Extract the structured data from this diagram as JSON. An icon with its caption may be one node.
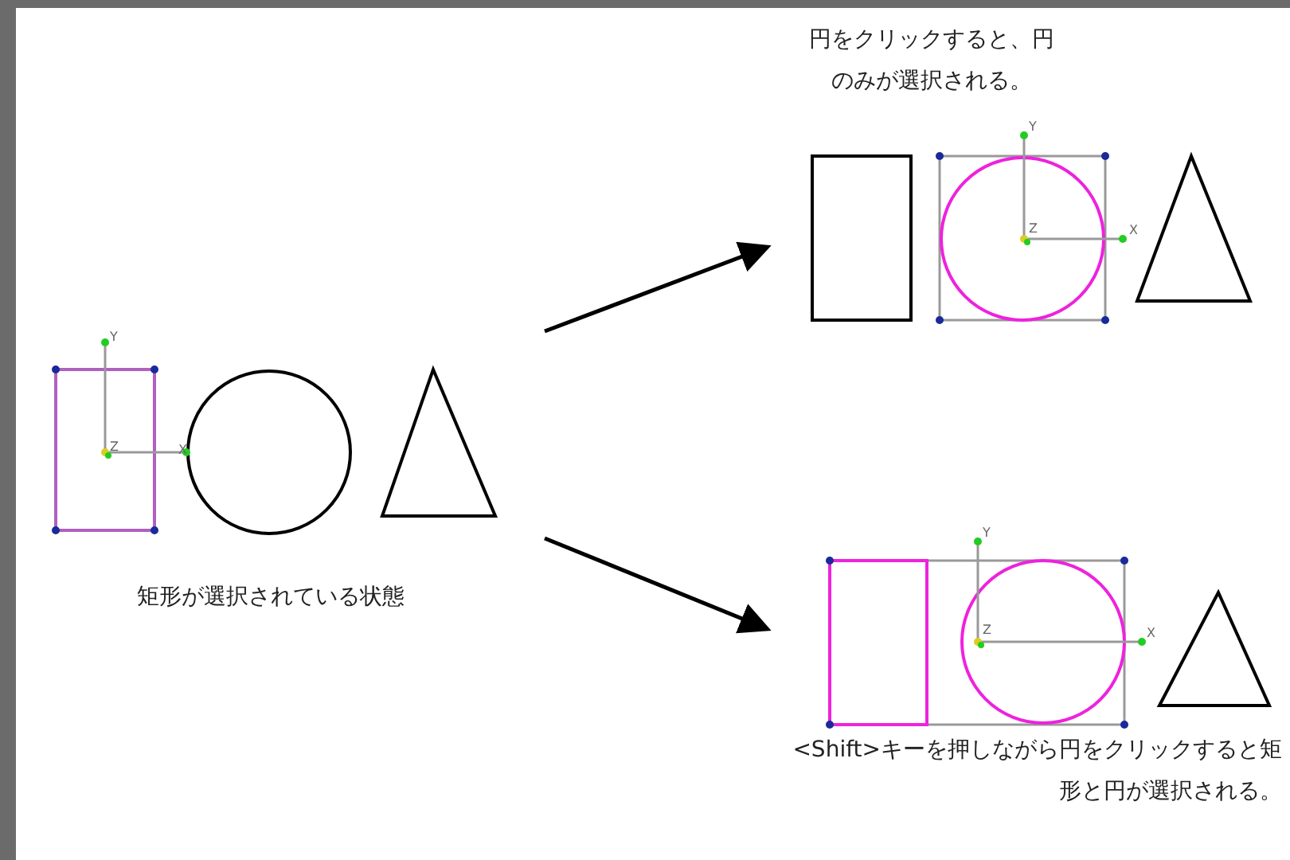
{
  "diagram": {
    "nodes": [
      {
        "text": [
          "矩形が選択されている状態"
        ]
      },
      {
        "text": [
          "円をクリックすると、円のみが選択される。"
        ]
      },
      {
        "text": [
          "<Shift>キーを押しながら円をクリックすると矩形と円が選択される。"
        ]
      }
    ],
    "edges": [
      {
        "from": 0,
        "to": 1,
        "arrow": "to"
      },
      {
        "from": 0,
        "to": 2,
        "arrow": "to"
      }
    ],
    "labels": [
      "Y",
      "Z",
      "X",
      "Y",
      "Z",
      "X",
      "Y",
      "Z",
      "X"
    ]
  }
}
